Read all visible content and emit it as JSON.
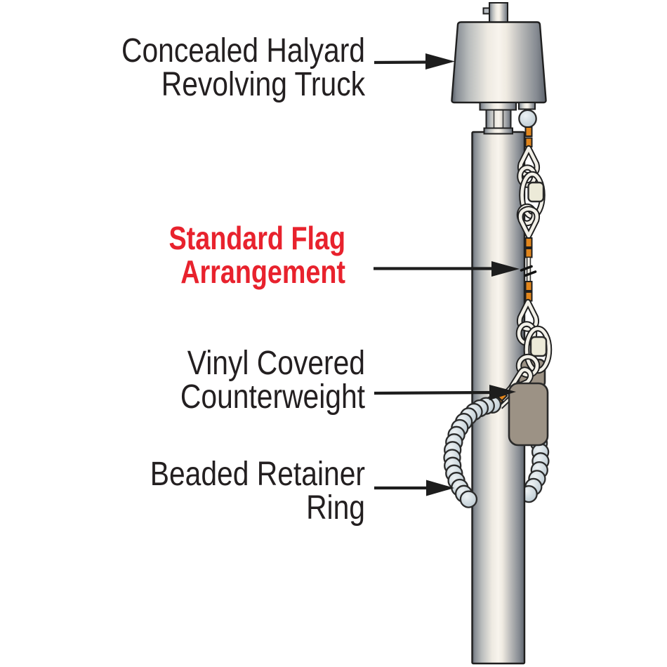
{
  "labels": {
    "truck": {
      "line1": "Concealed Halyard",
      "line2": "Revolving Truck"
    },
    "flag": {
      "line1": "Standard Flag",
      "line2": "Arrangement"
    },
    "counterweight": {
      "line1": "Vinyl Covered",
      "line2": "Counterweight"
    },
    "ring": {
      "line1": "Beaded Retainer",
      "line2": "Ring"
    }
  },
  "colors": {
    "label_text": "#231f20",
    "accent_red": "#e8222d",
    "rope_orange": "#e2861c",
    "chain_fill": "#f2f0e8",
    "counterweight_fill": "#9c9285",
    "bead_fill": "#ccd6dc",
    "pole_metal_dark": "#555b64",
    "pole_metal_light": "#f8f4ed"
  }
}
